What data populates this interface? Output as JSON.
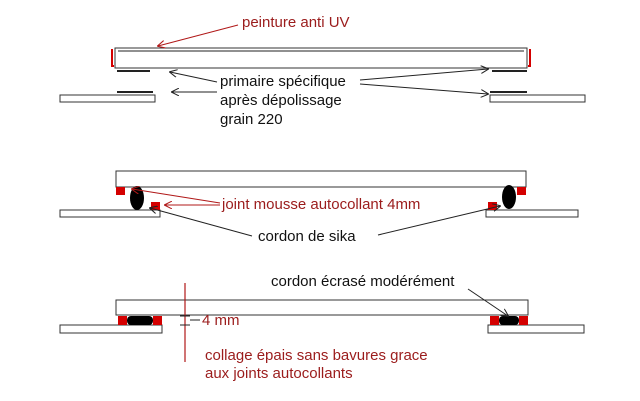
{
  "labels": {
    "uv_paint": "peinture anti UV",
    "primer_line1": "primaire spécifique",
    "primer_line2": "après dépolissage",
    "primer_line3": "grain 220",
    "foam_joint": "joint mousse autocollant 4mm",
    "sika_bead": "cordon de sika",
    "bead_crushed": "cordon écrasé modérément",
    "gap": "4 mm",
    "bonding_line1": "collage épais sans bavures grace",
    "bonding_line2": "aux  joints autocollants"
  },
  "colors": {
    "annotation_red": "#9b1c1c",
    "joint_red": "#d40000",
    "sika_black": "#000000",
    "outline": "#333333"
  }
}
